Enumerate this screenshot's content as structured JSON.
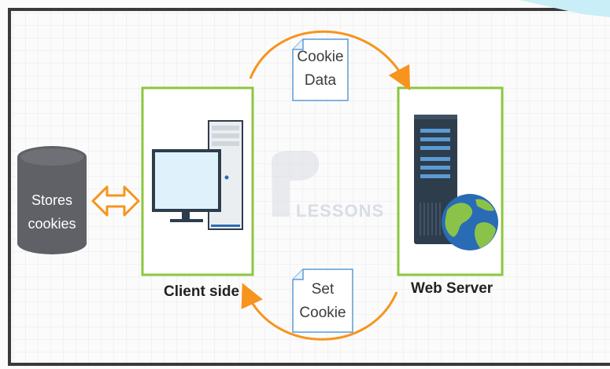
{
  "diagram": {
    "database": {
      "line1": "Stores",
      "line2": "cookies"
    },
    "client": {
      "caption": "Client side"
    },
    "server": {
      "caption": "Web Server"
    },
    "note_top": {
      "line1": "Cookie",
      "line2": "Data"
    },
    "note_bottom": {
      "line1": "Set",
      "line2": "Cookie"
    },
    "watermark": "LESSONS"
  },
  "colors": {
    "frame": "#3a3a3a",
    "box_border": "#8cc63f",
    "arrow": "#f7941d",
    "cylinder": "#5f6166",
    "note_border": "#5b9bd5",
    "monitor_screen": "#dff1fb",
    "server_body": "#2e3d4c",
    "globe_ocean": "#2a6bb5",
    "globe_land": "#8bc34a"
  },
  "icons": [
    "database-cylinder-icon",
    "desktop-computer-icon",
    "server-rack-icon",
    "globe-icon",
    "double-arrow-icon",
    "document-note-icon"
  ]
}
